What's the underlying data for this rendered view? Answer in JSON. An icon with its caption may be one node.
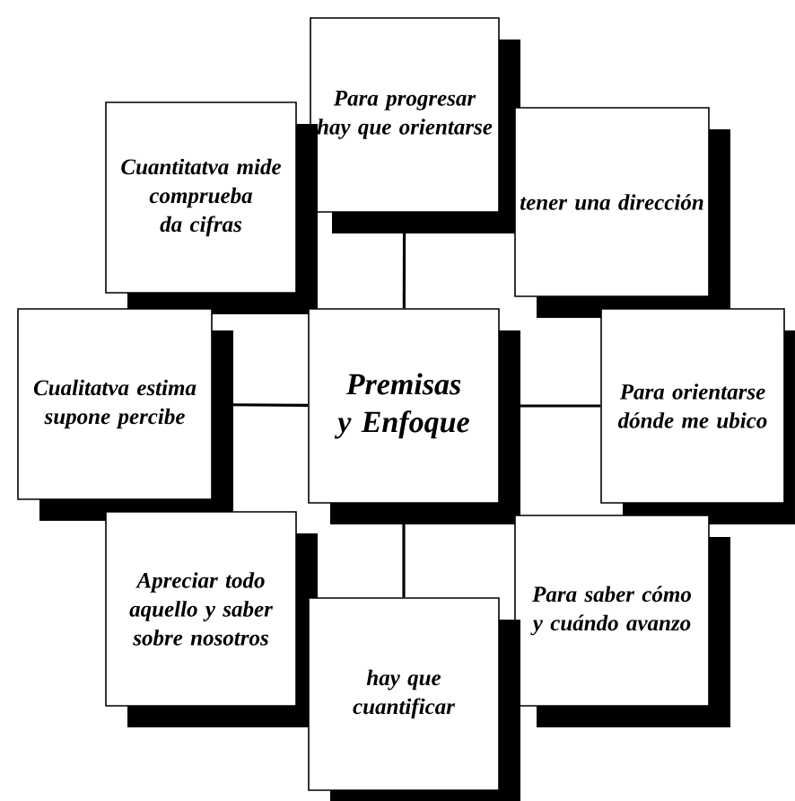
{
  "diagram": {
    "nodes": [
      {
        "text": [
          "Para progresar hay que orientarse"
        ]
      },
      {
        "text": [
          "Cuantitatva mide comprueba da cifras"
        ]
      },
      {
        "text": [
          "tener una dirección"
        ]
      },
      {
        "text": [
          "Cualitatva estima supone percibe"
        ]
      },
      {
        "text": [
          "Premisas y Enfoque"
        ]
      },
      {
        "text": [
          "Para orientarse dónde me ubico"
        ]
      },
      {
        "text": [
          "Apreciar todo aquello y saber sobre nosotros"
        ]
      },
      {
        "text": [
          "Para saber cómo y cuándo avanzo"
        ]
      },
      {
        "text": [
          "hay que cuantificar"
        ]
      }
    ],
    "edges": [
      {
        "from": 4,
        "to": 0,
        "arrow": "none"
      },
      {
        "from": 4,
        "to": 3,
        "arrow": "none"
      },
      {
        "from": 4,
        "to": 5,
        "arrow": "none"
      },
      {
        "from": 4,
        "to": 8,
        "arrow": "none"
      }
    ]
  }
}
